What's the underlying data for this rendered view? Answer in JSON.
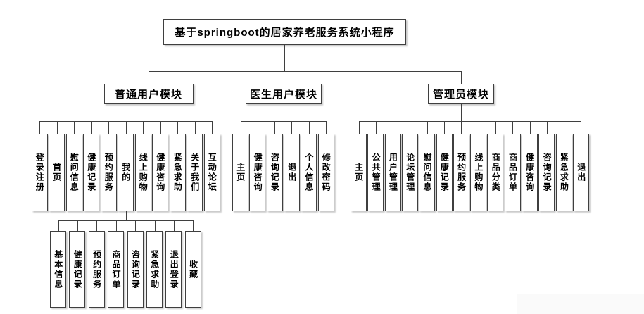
{
  "diagram": {
    "title": "基于springboot的居家养老服务系统小程序",
    "modules": [
      {
        "label": "普通用户模块",
        "children": [
          "登录注册",
          "首页",
          "慰问信息",
          "健康记录",
          "预约服务",
          "我的",
          "线上购物",
          "健康咨询",
          "紧急求助",
          "关于我们",
          "互动论坛"
        ]
      },
      {
        "label": "医生用户模块",
        "children": [
          "主页",
          "健康咨询",
          "咨询记录",
          "退出",
          "个人信息",
          "修改密码"
        ]
      },
      {
        "label": "管理员模块",
        "children": [
          "主页",
          "公共管理",
          "用户管理",
          "论坛管理",
          "慰问信息",
          "健康记录",
          "预约服务",
          "线上购物",
          "商品分类",
          "商品订单",
          "健康咨询",
          "咨询记录",
          "紧急求助",
          "退出"
        ]
      }
    ],
    "my_submodule": {
      "parent_label": "我的",
      "children": [
        "基本信息",
        "健康记录",
        "预约服务",
        "商品订单",
        "咨询记录",
        "紧急求助",
        "退出登录",
        "收藏"
      ]
    },
    "colors": {
      "line": "#3f3f3f",
      "box_border": "#3f3f3f",
      "box_fill": "#ffffff",
      "text": "#000000",
      "background": "#ffffff",
      "corner_strip": "#fafafa"
    }
  }
}
